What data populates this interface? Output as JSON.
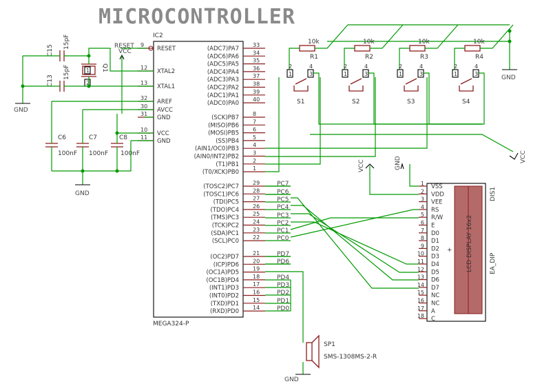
{
  "title": "MICROCONTROLLER",
  "mcu": {
    "ref": "IC2",
    "value": "MEGA324-P",
    "left_pins": [
      {
        "num": "9",
        "name": "RESET"
      },
      {
        "num": "12",
        "name": "XTAL2"
      },
      {
        "num": "13",
        "name": "XTAL1"
      },
      {
        "num": "32",
        "name": "AREF"
      },
      {
        "num": "30",
        "name": "AVCC"
      },
      {
        "num": "31",
        "name": "GND"
      },
      {
        "num": "10",
        "name": "VCC"
      },
      {
        "num": "11",
        "name": "GND"
      }
    ],
    "right_pins": [
      {
        "num": "33",
        "name": "(ADC7)PA7"
      },
      {
        "num": "34",
        "name": "(ADC6)PA6"
      },
      {
        "num": "35",
        "name": "(ADC5)PA5"
      },
      {
        "num": "36",
        "name": "(ADC4)PA4"
      },
      {
        "num": "37",
        "name": "(ADC3)PA3"
      },
      {
        "num": "38",
        "name": "(ADC2)PA2"
      },
      {
        "num": "39",
        "name": "(ADC1)PA1"
      },
      {
        "num": "40",
        "name": "(ADC0)PA0"
      },
      {
        "num": "8",
        "name": "(SCK)PB7"
      },
      {
        "num": "7",
        "name": "(MISO)PB6"
      },
      {
        "num": "6",
        "name": "(MOSI)PB5"
      },
      {
        "num": "5",
        "name": "(SS)PB4"
      },
      {
        "num": "4",
        "name": "(AIN1/OC0)PB3"
      },
      {
        "num": "3",
        "name": "(AIN0/INT2)PB2"
      },
      {
        "num": "2",
        "name": "(T1)PB1"
      },
      {
        "num": "1",
        "name": "(T0/XCK)PB0"
      },
      {
        "num": "29",
        "name": "(TOSC2)PC7"
      },
      {
        "num": "28",
        "name": "(TOSC1)PC6"
      },
      {
        "num": "27",
        "name": "(TDI)PC5"
      },
      {
        "num": "26",
        "name": "(TDO)PC4"
      },
      {
        "num": "25",
        "name": "(TMS)PC3"
      },
      {
        "num": "24",
        "name": "(TCK)PC2"
      },
      {
        "num": "23",
        "name": "(SDA)PC1"
      },
      {
        "num": "22",
        "name": "(SCL)PC0"
      },
      {
        "num": "21",
        "name": "(OC2)PD7"
      },
      {
        "num": "20",
        "name": "(ICP)PD6"
      },
      {
        "num": "19",
        "name": "(OC1A)PD5"
      },
      {
        "num": "18",
        "name": "(OC1B)PD4"
      },
      {
        "num": "17",
        "name": "(INT1)PD3"
      },
      {
        "num": "16",
        "name": "(INT0)PD2"
      },
      {
        "num": "15",
        "name": "(TXD)PD1"
      },
      {
        "num": "14",
        "name": "(RXD)PD0"
      }
    ]
  },
  "port_nets": [
    "PC7",
    "PC6",
    "PC5",
    "PC4",
    "PC3",
    "PC2",
    "PC1",
    "PC0",
    "PD7",
    "PD6",
    "PD4",
    "PD3",
    "PD2",
    "PD1",
    "PD0"
  ],
  "caps": {
    "c15": {
      "ref": "C15",
      "value": "15pF"
    },
    "c13": {
      "ref": "C13",
      "value": "15pF"
    },
    "c6": {
      "ref": "C6",
      "value": "100nF"
    },
    "c7": {
      "ref": "C7",
      "value": "100nF"
    },
    "c8": {
      "ref": "C8",
      "value": "100nF"
    }
  },
  "crystal": {
    "ref": "Q1",
    "pin1": "1",
    "pin2": "2"
  },
  "resistors": [
    {
      "ref": "R1",
      "value": "10k"
    },
    {
      "ref": "R2",
      "value": "10k"
    },
    {
      "ref": "R3",
      "value": "10k"
    },
    {
      "ref": "R4",
      "value": "10k"
    }
  ],
  "switches": [
    {
      "ref": "S1",
      "p1": "1",
      "p2": "2",
      "p3": "3",
      "p4": "4"
    },
    {
      "ref": "S2",
      "p1": "1",
      "p2": "2",
      "p3": "3",
      "p4": "4"
    },
    {
      "ref": "S3",
      "p1": "1",
      "p2": "2",
      "p3": "3",
      "p4": "4"
    },
    {
      "ref": "S4",
      "p1": "1",
      "p2": "2",
      "p3": "3",
      "p4": "4"
    }
  ],
  "supply": {
    "gnd": "GND",
    "vcc": "VCC",
    "reset_net": "RESET"
  },
  "lcd": {
    "ref": "DIS1",
    "value": "EA_DIP",
    "body_text": "LCD DISPLAY 16x2",
    "pins": [
      {
        "num": "1",
        "name": "VSS"
      },
      {
        "num": "2",
        "name": "VDD"
      },
      {
        "num": "3",
        "name": "VEE"
      },
      {
        "num": "4",
        "name": "RS"
      },
      {
        "num": "5",
        "name": "R/W"
      },
      {
        "num": "6",
        "name": "E"
      },
      {
        "num": "7",
        "name": "D0"
      },
      {
        "num": "8",
        "name": "D1"
      },
      {
        "num": "9",
        "name": "D2"
      },
      {
        "num": "10",
        "name": "D3"
      },
      {
        "num": "11",
        "name": "D4"
      },
      {
        "num": "12",
        "name": "D5"
      },
      {
        "num": "13",
        "name": "D6"
      },
      {
        "num": "14",
        "name": "D7"
      },
      {
        "num": "15",
        "name": "NC"
      },
      {
        "num": "16",
        "name": "NC"
      },
      {
        "num": "17",
        "name": "A"
      },
      {
        "num": "18",
        "name": "C"
      }
    ]
  },
  "speaker": {
    "ref": "SP1",
    "value": "SMS-1308MS-2-R"
  }
}
